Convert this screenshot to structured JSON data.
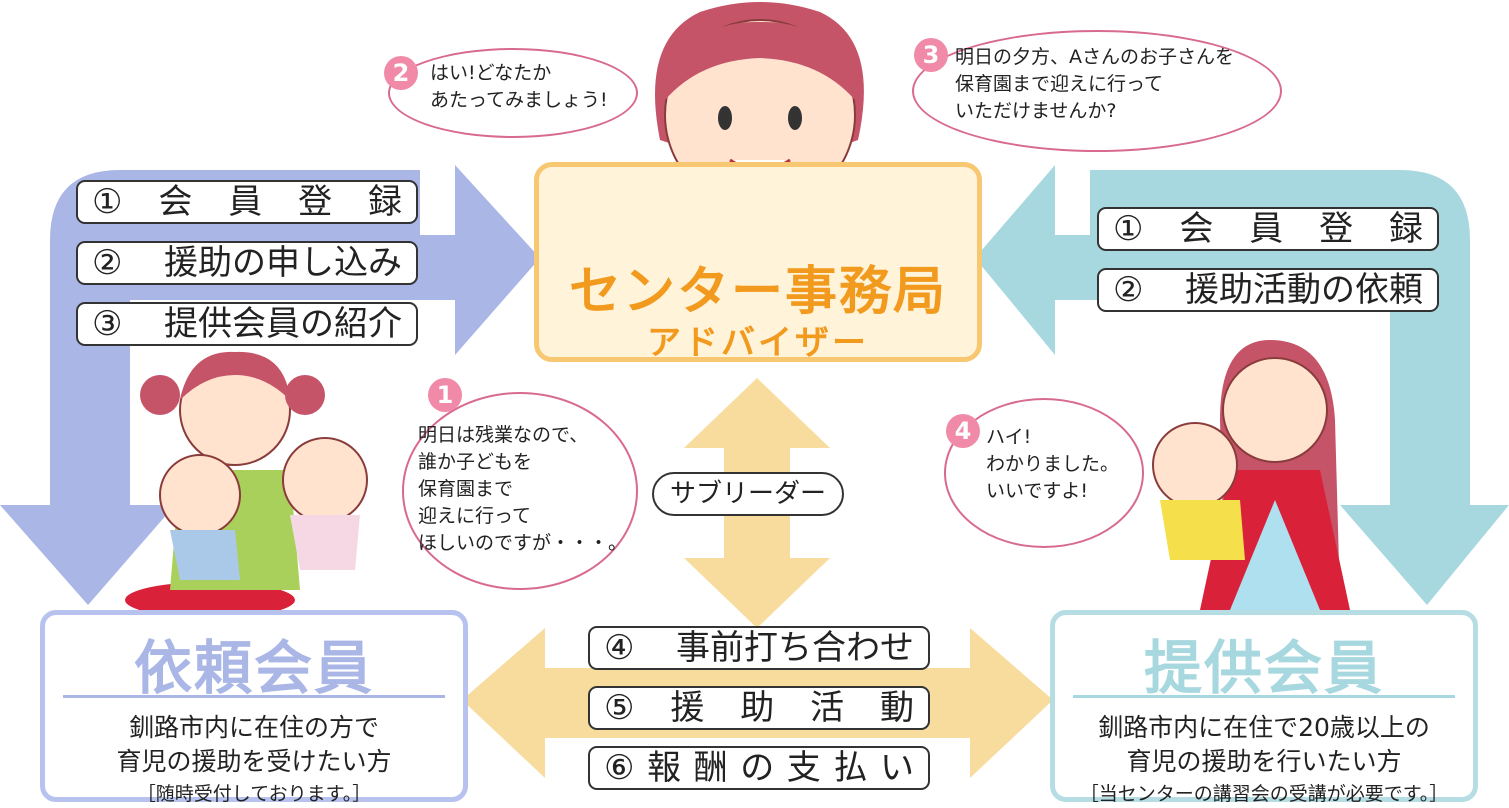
{
  "center": {
    "title": "センター事務局",
    "subtitle": "アドバイザー"
  },
  "left_steps": [
    "①",
    "会",
    "員",
    "登",
    "録",
    "②",
    "援助の申し込み",
    "③",
    "提供会員の紹介"
  ],
  "right_steps": [
    "①",
    "会",
    "員",
    "登",
    "録",
    "②",
    "援助活動の依頼"
  ],
  "bottom_steps": [
    "④",
    "事前打ち合わせ",
    "⑤",
    "援",
    "助",
    "活",
    "動",
    "⑥",
    "報",
    "酬",
    "の",
    "支",
    "払",
    "い"
  ],
  "sub_leader": "サブリーダー",
  "requesting_member": {
    "title": "依頼会員",
    "desc1": "釧路市内に在住の方で",
    "desc2": "育児の援助を受けたい方",
    "note": "［随時受付しております。］"
  },
  "providing_member": {
    "title": "提供会員",
    "desc1": "釧路市内に在住で20歳以上の",
    "desc2": "育児の援助を行いたい方",
    "note": "［当センターの講習会の受講が必要です。］"
  },
  "bubbles": {
    "b1": {
      "num": "1",
      "lines": [
        "明日は残業なので、",
        "誰か子どもを",
        "保育園まで",
        "迎えに行って",
        "ほしいのですが・・・。"
      ]
    },
    "b2": {
      "num": "2",
      "lines": [
        "はい!どなたか",
        "あたってみましょう!"
      ]
    },
    "b3": {
      "num": "3",
      "lines": [
        "明日の夕方、Aさんのお子さんを",
        "保育園まで迎えに行って",
        "いただけませんか?"
      ]
    },
    "b4": {
      "num": "4",
      "lines": [
        "ハイ!",
        "わかりました。",
        "いいですよ!"
      ]
    }
  },
  "colors": {
    "center_orange": "#f29a1e",
    "center_fill": "#fff3da",
    "left_blue": "#a9b6e6",
    "right_teal": "#a8d8df",
    "cream": "#f8dc9e"
  }
}
